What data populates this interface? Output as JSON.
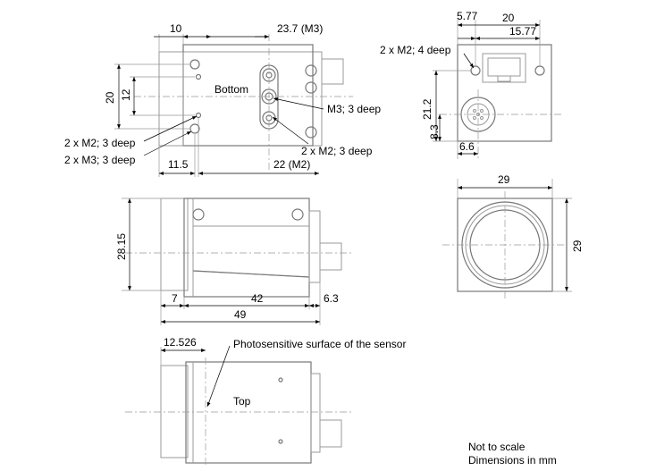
{
  "bottom_view": {
    "dim_10": "10",
    "dim_23_7": "23.7 (M3)",
    "dim_20": "20",
    "dim_12": "12",
    "label_bottom": "Bottom",
    "label_m3_3deep": "M3; 3 deep",
    "label_2xm2_left": "2 x M2; 3 deep",
    "label_2xm3_left": "2 x M3; 3 deep",
    "label_2xm2_right": "2 x M2; 3 deep",
    "dim_11_5": "11.5",
    "dim_22": "22 (M2)"
  },
  "back_view": {
    "dim_5_77": "5.77",
    "dim_20": "20",
    "dim_15_77": "15.77",
    "label_2xm2_4deep": "2 x M2; 4 deep",
    "dim_21_2": "21.2",
    "dim_8_3": "8.3",
    "dim_6_6": "6.6"
  },
  "side_view": {
    "dim_28_15": "28.15",
    "dim_7": "7",
    "dim_42": "42",
    "dim_6_3": "6.3",
    "dim_49": "49"
  },
  "front_view": {
    "dim_29_w": "29",
    "dim_29_h": "29"
  },
  "top_view": {
    "dim_12_526": "12.526",
    "label_photosensitive": "Photosensitive surface of the sensor",
    "label_top": "Top"
  },
  "notes": {
    "not_to_scale": "Not to scale",
    "dimensions_mm": "Dimensions in mm"
  }
}
